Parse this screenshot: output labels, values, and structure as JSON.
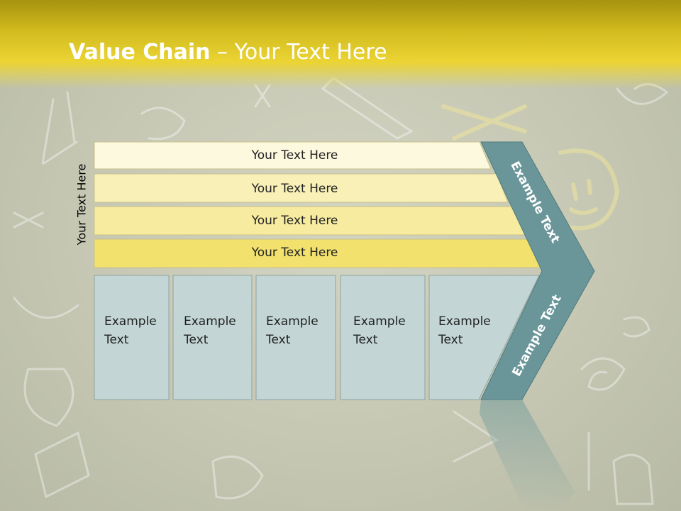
{
  "slide": {
    "title_bold": "Value Chain",
    "title_rest": " – Your Text Here",
    "vertical_label": "Your Text Here",
    "bars": [
      {
        "text": "Your Text Here"
      },
      {
        "text": "Your Text Here"
      },
      {
        "text": "Your Text Here"
      },
      {
        "text": "Your Text Here"
      }
    ],
    "columns": [
      {
        "line1": "Example",
        "line2": "Text"
      },
      {
        "line1": "Example",
        "line2": "Text"
      },
      {
        "line1": "Example",
        "line2": "Text"
      },
      {
        "line1": "Example",
        "line2": "Text"
      },
      {
        "line1": "Example",
        "line2": "Text"
      }
    ],
    "chevron_top": "Example Text",
    "chevron_bottom": "Example Text"
  },
  "colors": {
    "header": "#e2cc2c",
    "bar_1": "#fcf9df",
    "bar_2": "#f9f0b8",
    "bar_3": "#f6eb9f",
    "bar_4": "#f2e16c",
    "column": "#c3d6d5",
    "chevron": "#6a9699"
  }
}
